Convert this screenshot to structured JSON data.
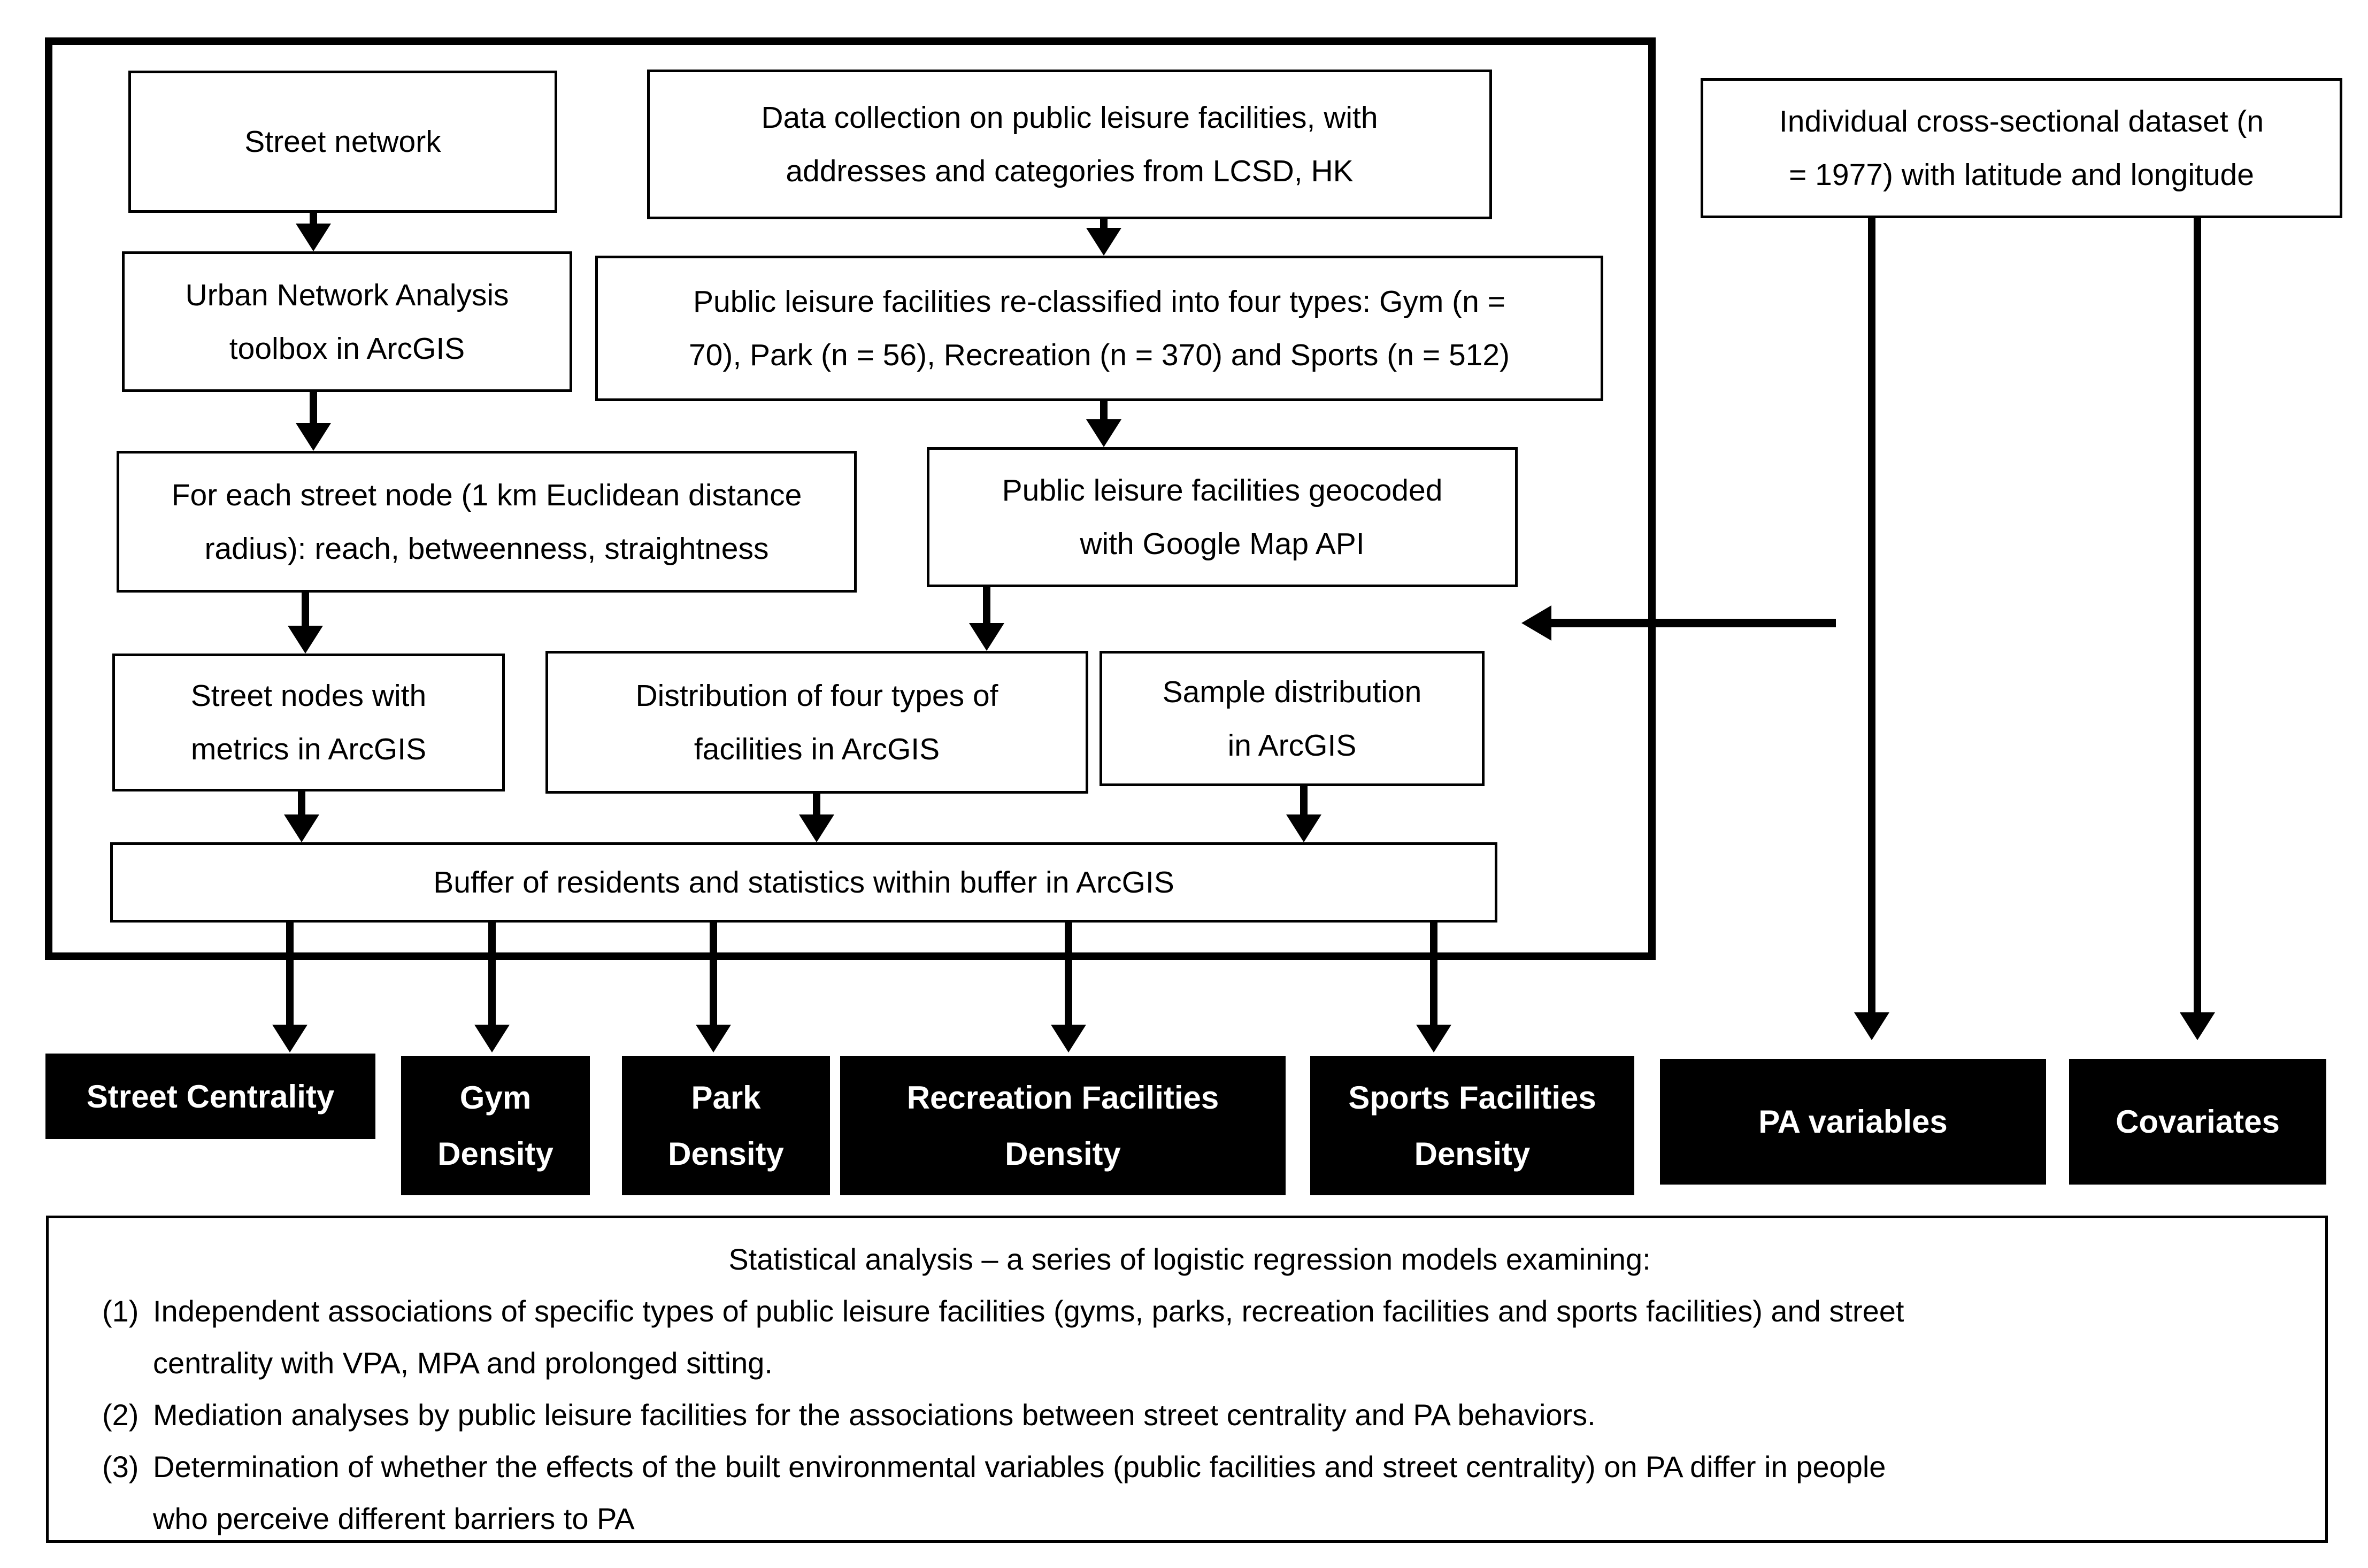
{
  "colors": {
    "ink": "#000000",
    "paper": "#ffffff",
    "outcome_bg": "#000000",
    "outcome_text": "#ffffff"
  },
  "flow": {
    "street_network": "Street network",
    "data_collection": "Data collection on public leisure facilities, with\naddresses and categories from LCSD, HK",
    "individual_dataset": "Individual cross-sectional dataset (n\n= 1977) with latitude and longitude",
    "una_toolbox": "Urban Network Analysis\ntoolbox in ArcGIS",
    "reclassified": "Public leisure facilities re-classified into four types: Gym (n =\n70), Park (n = 56), Recreation (n = 370) and Sports (n = 512)",
    "street_node_calc": "For each street node (1 km Euclidean distance\nradius): reach, betweenness, straightness",
    "geocoded": "Public leisure facilities geocoded\nwith Google Map API",
    "street_nodes_arcgis": "Street nodes with\nmetrics in ArcGIS",
    "distribution": "Distribution of four types of\nfacilities in ArcGIS",
    "sample_distribution": "Sample distribution\nin ArcGIS",
    "buffer": "Buffer of residents and statistics within buffer in ArcGIS"
  },
  "outcomes": {
    "street_centrality": "Street Centrality",
    "gym_density": "Gym\nDensity",
    "park_density": "Park\nDensity",
    "recreation_density": "Recreation Facilities\nDensity",
    "sports_density": "Sports Facilities\nDensity",
    "pa_variables": "PA variables",
    "covariates": "Covariates"
  },
  "statistical_analysis": {
    "title": "Statistical analysis – a series of logistic regression models examining:",
    "items": [
      {
        "marker": "(1)",
        "lines": [
          "Independent associations of specific types of public leisure facilities (gyms, parks, recreation facilities and sports facilities) and street",
          "centrality with VPA, MPA and prolonged sitting."
        ]
      },
      {
        "marker": "(2)",
        "lines": [
          "Mediation analyses by public leisure facilities for the associations between street centrality and PA behaviors."
        ]
      },
      {
        "marker": "(3)",
        "lines": [
          "Determination of whether the effects of the built environmental variables (public facilities and street centrality) on PA differ in people",
          "who perceive different barriers to PA"
        ]
      }
    ]
  }
}
